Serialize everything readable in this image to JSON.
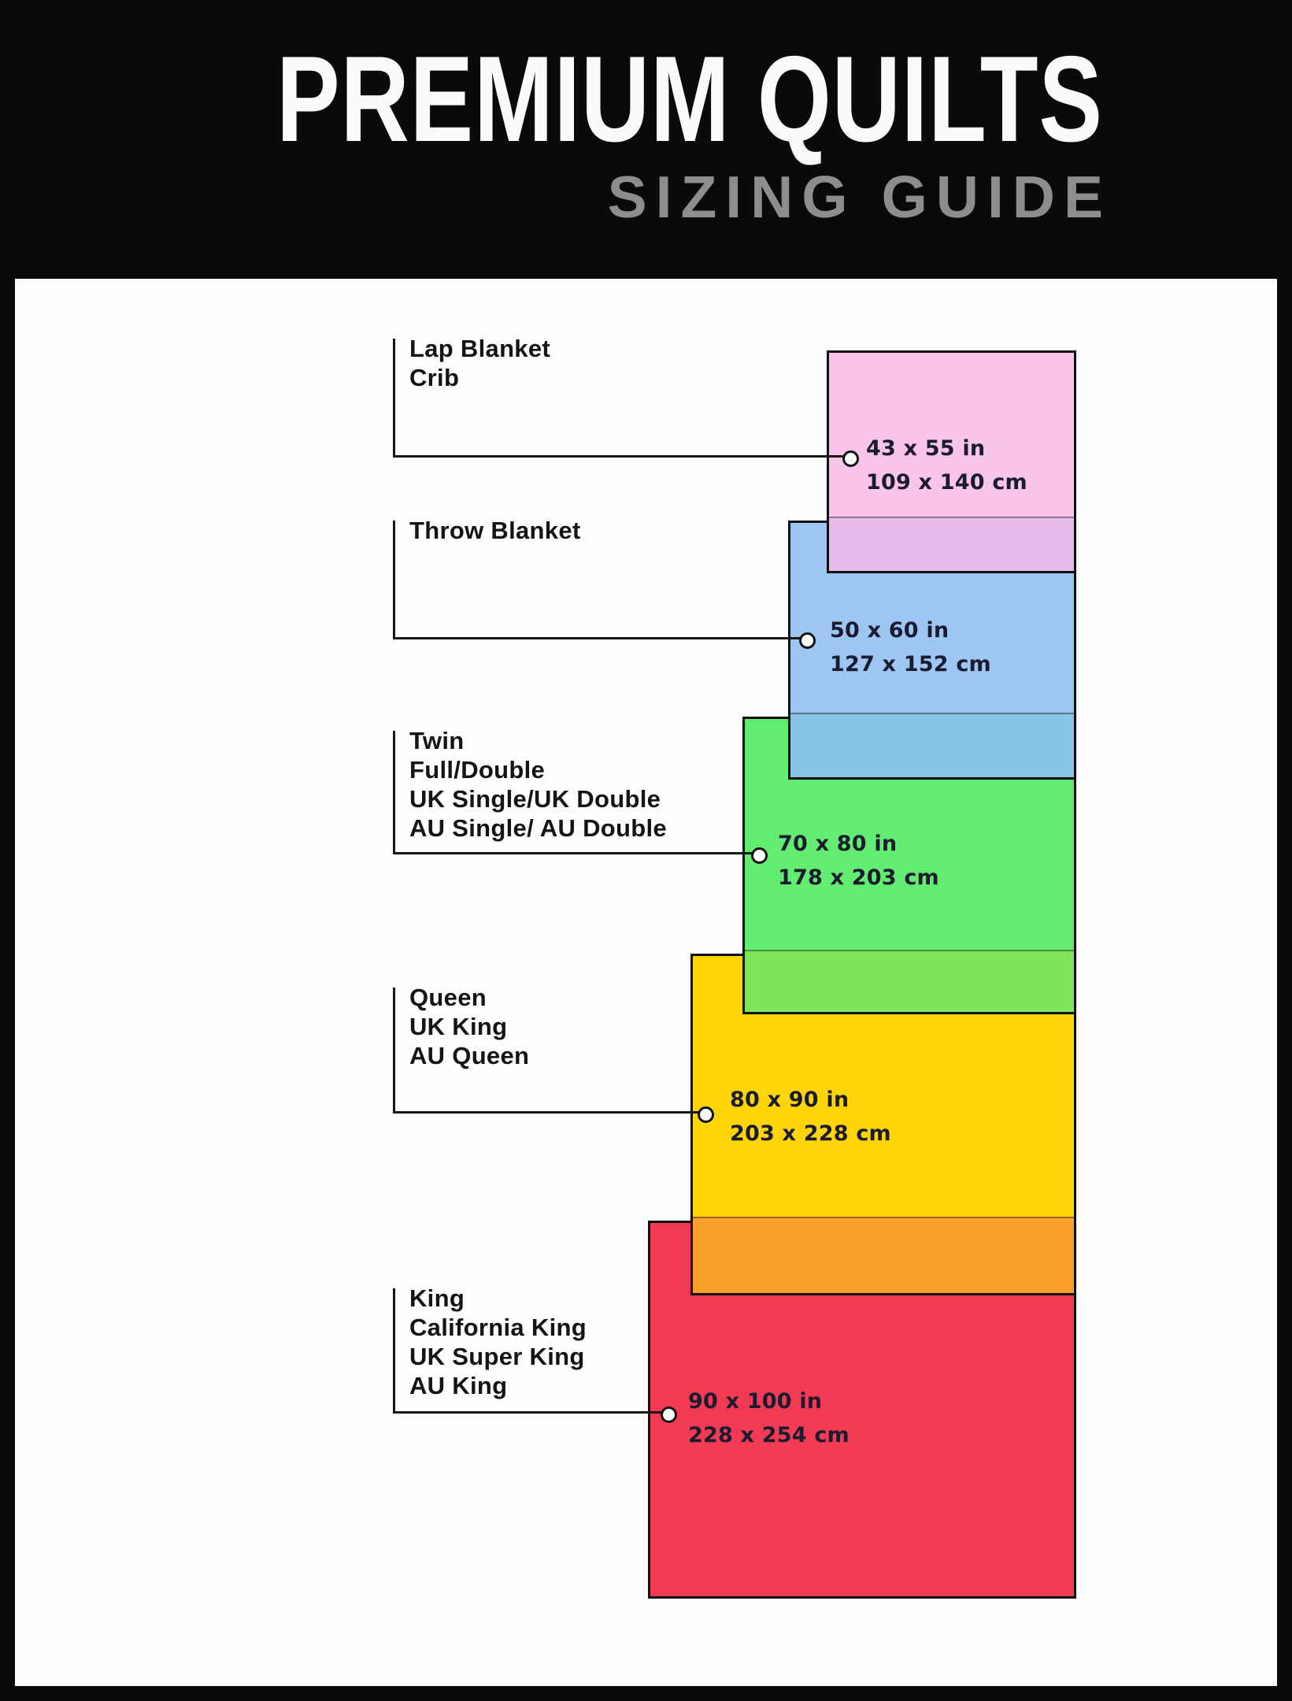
{
  "header": {
    "title": "PREMIUM QUILTS",
    "subtitle": "SIZING GUIDE"
  },
  "sizes": [
    {
      "labels": [
        "Lap Blanket",
        "Crib"
      ],
      "inches": "43 x 55 in",
      "cm": "109 x 140 cm",
      "color": "#F8C4E9",
      "overlap_color": "#E8BAEB"
    },
    {
      "labels": [
        "Throw Blanket"
      ],
      "inches": "50 x 60 in",
      "cm": "127 x 152 cm",
      "color": "#9EC6F3",
      "overlap_color": "#8AC4E6"
    },
    {
      "labels": [
        "Twin",
        "Full/Double",
        "UK Single/UK Double",
        "AU Single/ AU Double"
      ],
      "inches": "70 x 80 in",
      "cm": "178 x 203 cm",
      "color": "#62EC71",
      "overlap_color": "#7EE55D"
    },
    {
      "labels": [
        "Queen",
        "UK King",
        "AU Queen"
      ],
      "inches": "80 x 90 in",
      "cm": "203 x 228 cm",
      "color": "#FFD508",
      "overlap_color": "#FBA02B"
    },
    {
      "labels": [
        "King",
        "California King",
        "UK Super King",
        "AU King"
      ],
      "inches": "90 x 100 in",
      "cm": "228 x 254 cm",
      "color": "#F23A55",
      "overlap_color": null
    }
  ],
  "theme": {
    "background": "#0a0a0a",
    "panel": "#fdfdfd",
    "title_color": "#fafafa",
    "subtitle_color": "#8d8d8d",
    "line_color": "#161616"
  }
}
